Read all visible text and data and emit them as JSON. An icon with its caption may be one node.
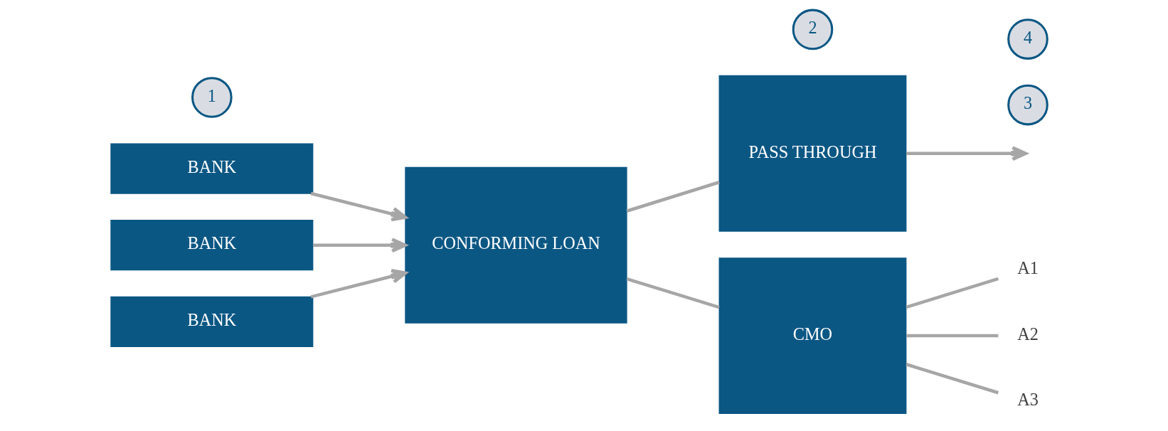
{
  "diagram": {
    "nodes": [
      {
        "text": [
          "BANK"
        ]
      },
      {
        "text": [
          "BANK"
        ]
      },
      {
        "text": [
          "BANK"
        ]
      },
      {
        "text": [
          "CONFORMING LOAN"
        ]
      },
      {
        "text": [
          "PASS THROUGH"
        ]
      },
      {
        "text": [
          "CMO"
        ]
      },
      {
        "text": [
          "A1"
        ]
      },
      {
        "text": [
          "A2"
        ]
      },
      {
        "text": [
          "A3"
        ]
      },
      {
        "text": [
          "1"
        ]
      },
      {
        "text": [
          "2"
        ]
      },
      {
        "text": [
          "3"
        ]
      },
      {
        "text": [
          "4"
        ]
      }
    ],
    "edges": [
      {
        "from": 0,
        "to": 3,
        "arrow": "to"
      },
      {
        "from": 1,
        "to": 3,
        "arrow": "to"
      },
      {
        "from": 2,
        "to": 3,
        "arrow": "to"
      },
      {
        "from": 3,
        "to": 4,
        "arrow": "none"
      },
      {
        "from": 3,
        "to": 5,
        "arrow": "none"
      },
      {
        "from": 4,
        "to": null,
        "arrow": "to"
      },
      {
        "from": 5,
        "to": 6,
        "arrow": "none"
      },
      {
        "from": 5,
        "to": 7,
        "arrow": "none"
      },
      {
        "from": 5,
        "to": 8,
        "arrow": "none"
      }
    ]
  }
}
